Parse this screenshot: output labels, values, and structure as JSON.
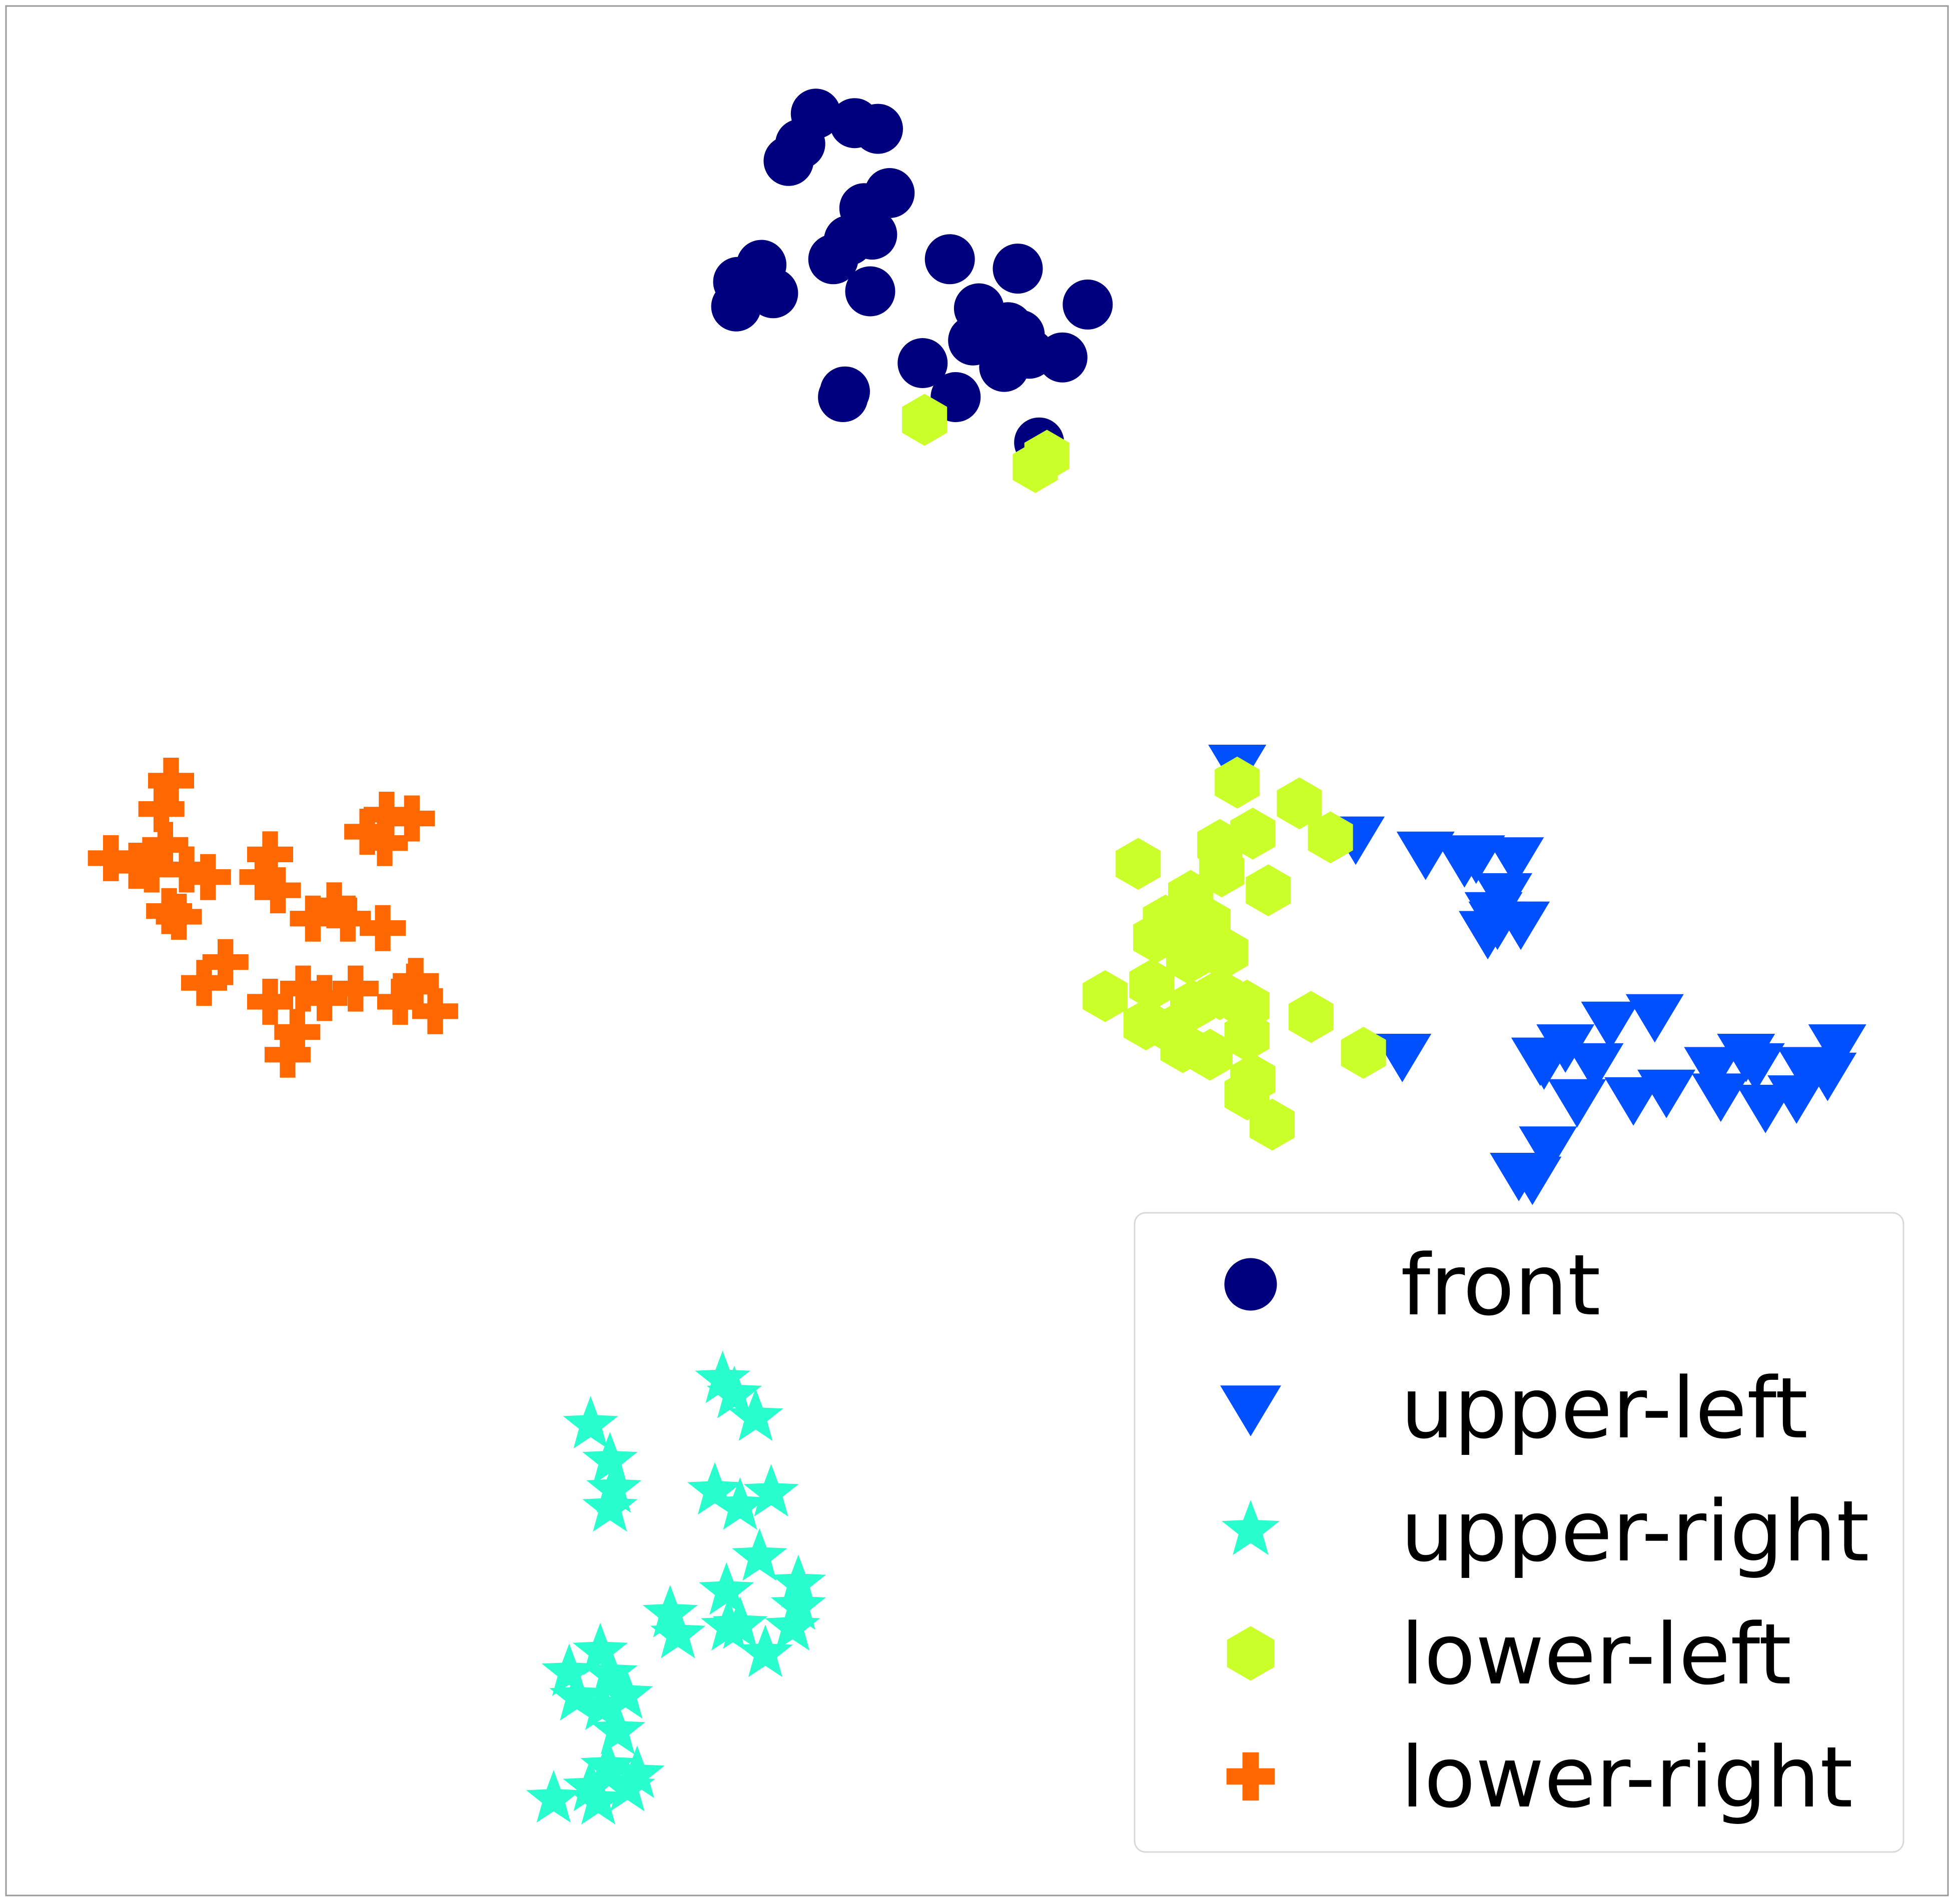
{
  "chart_data": {
    "type": "scatter",
    "title": "",
    "xlabel": "",
    "ylabel": "",
    "xlim": [
      0,
      100
    ],
    "ylim": [
      0,
      100
    ],
    "grid": false,
    "axes_ticks": false,
    "legend_position": "bottom-right",
    "series": [
      {
        "name": "front",
        "marker": "circle",
        "color": "#00007f",
        "x": [
          41.7,
          40.9,
          43.7,
          44.9,
          40.3,
          45.5,
          44.2,
          44.6,
          43.4,
          38.9,
          37.7,
          39.5,
          37.6,
          44.5,
          48.6,
          52.1,
          50.1,
          51.6,
          55.7,
          52.2,
          47.2,
          49.8,
          52.7,
          54.4,
          51.4,
          48.9,
          43.2,
          43.1,
          53.2,
          42.6
        ],
        "y": [
          94.3,
          92.7,
          93.8,
          93.5,
          91.8,
          90.1,
          89.3,
          87.9,
          87.6,
          86.3,
          85.4,
          84.8,
          84.1,
          84.9,
          86.6,
          86.1,
          84.0,
          83.0,
          84.2,
          82.6,
          81.1,
          82.3,
          81.6,
          81.4,
          80.9,
          79.3,
          79.6,
          79.3,
          76.9,
          86.6
        ]
      },
      {
        "name": "upper-left",
        "marker": "triangle-down",
        "color": "#0050ff",
        "x": [
          63.4,
          69.5,
          73.1,
          75.1,
          75.7,
          77.7,
          77.1,
          76.6,
          76.3,
          76.8,
          78.0,
          71.9,
          82.6,
          84.9,
          79.0,
          80.3,
          79.2,
          81.8,
          80.9,
          83.8,
          85.5,
          87.9,
          89.6,
          90.1,
          88.3,
          90.6,
          94.3,
          92.2,
          92.7,
          93.8,
          77.9,
          79.4,
          78.6
        ],
        "y": [
          59.8,
          56.0,
          55.2,
          54.8,
          55.0,
          54.9,
          53.0,
          52.0,
          51.0,
          51.5,
          51.5,
          44.5,
          46.2,
          46.6,
          44.3,
          45.0,
          44.1,
          44.0,
          42.1,
          42.2,
          42.6,
          43.8,
          44.5,
          44.0,
          42.4,
          41.8,
          45.0,
          42.3,
          43.8,
          43.5,
          38.2,
          39.6,
          38.0
        ]
      },
      {
        "name": "upper-right",
        "marker": "star",
        "color": "#29ffce",
        "x": [
          36.9,
          37.5,
          38.6,
          30.1,
          31.1,
          31.3,
          31.1,
          36.5,
          37.8,
          39.4,
          38.8,
          40.8,
          37.1,
          37.2,
          34.2,
          34.6,
          37.8,
          39.1,
          40.5,
          40.8,
          30.6,
          31.1,
          29.0,
          29.4,
          30.7,
          31.9,
          31.5,
          32.5,
          31.0,
          32.0,
          30.5,
          30.1,
          28.2
        ],
        "y": [
          27.3,
          26.5,
          25.3,
          24.9,
          23.0,
          21.5,
          20.5,
          21.4,
          20.6,
          21.3,
          17.9,
          16.5,
          16.1,
          14.2,
          14.9,
          13.8,
          14.3,
          12.8,
          14.2,
          15.3,
          12.9,
          11.7,
          11.8,
          10.5,
          10.0,
          10.6,
          8.7,
          6.4,
          6.8,
          5.7,
          5.0,
          5.7,
          5.1
        ]
      },
      {
        "name": "lower-left",
        "marker": "hexagon",
        "color": "#cbff2a",
        "x": [
          63.4,
          66.6,
          64.2,
          68.2,
          62.5,
          58.3,
          62.6,
          65.0,
          61.0,
          59.7,
          61.9,
          62.2,
          59.2,
          60.9,
          62.8,
          59.0,
          62.5,
          61.1,
          63.9,
          56.6,
          58.7,
          60.1,
          60.6,
          63.9,
          62.0,
          64.2,
          67.2,
          69.9,
          63.9,
          65.2,
          47.3,
          53.6,
          53.0
        ],
        "y": [
          58.9,
          57.8,
          56.2,
          56.0,
          55.6,
          54.6,
          54.2,
          53.2,
          52.9,
          51.6,
          51.5,
          50.1,
          50.7,
          49.6,
          49.9,
          48.2,
          47.7,
          47.1,
          47.1,
          47.6,
          46.1,
          45.8,
          44.9,
          45.5,
          44.5,
          43.2,
          46.5,
          44.6,
          42.4,
          40.8,
          78.1,
          76.2,
          75.6
        ]
      },
      {
        "name": "lower-right",
        "marker": "plus",
        "color": "#ff6800",
        "x": [
          8.5,
          8.0,
          8.2,
          5.4,
          6.7,
          7.5,
          9.3,
          10.4,
          8.4,
          8.9,
          13.6,
          13.2,
          14.0,
          18.6,
          19.6,
          20.9,
          19.5,
          16.9,
          15.8,
          17.6,
          19.4,
          21.1,
          18.0,
          11.3,
          10.2,
          13.6,
          15.3,
          16.4,
          20.3,
          21.0,
          22.1,
          15.0,
          14.5
        ],
        "y": [
          59.0,
          57.5,
          55.6,
          54.9,
          54.5,
          54.3,
          54.3,
          53.9,
          52.1,
          51.8,
          55.1,
          53.9,
          53.2,
          56.3,
          57.2,
          57.0,
          55.7,
          52.4,
          51.7,
          51.7,
          51.2,
          48.4,
          48.0,
          49.4,
          48.3,
          47.3,
          48.0,
          47.5,
          47.3,
          48.1,
          46.8,
          45.7,
          44.5
        ]
      }
    ]
  }
}
